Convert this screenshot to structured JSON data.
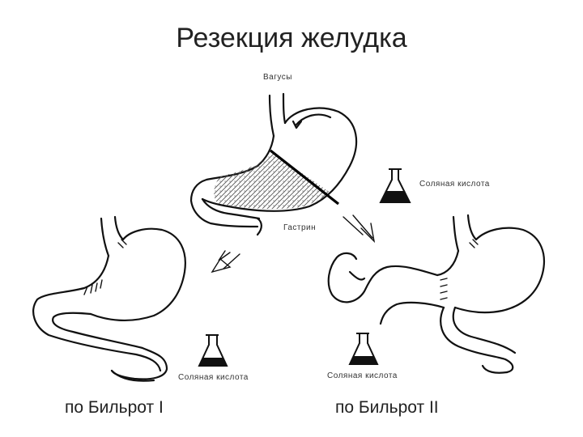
{
  "slide": {
    "title": "Резекция желудка"
  },
  "labels": {
    "vagus": "Вагусы",
    "gastrin": "Гастрин",
    "acid_top": "Соляная кислота",
    "acid_left": "Соляная кислота",
    "acid_right": "Соляная кислота"
  },
  "captions": {
    "billroth1": "по Бильрот I",
    "billroth2": "по Бильрот II"
  },
  "flasks": {
    "top_fill": "dark",
    "left_fill": "partial",
    "right_fill": "partial"
  }
}
